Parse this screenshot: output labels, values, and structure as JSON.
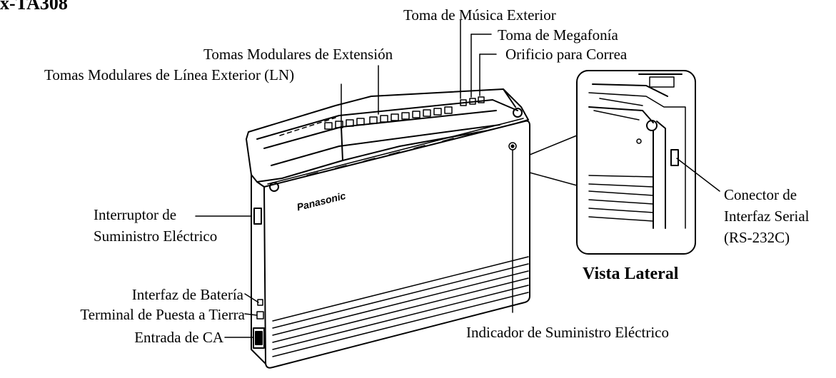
{
  "model_title": "x-TA308",
  "brand": "Panasonic",
  "side_view_title": "Vista Lateral",
  "labels": {
    "external_music": "Toma de Música Exterior",
    "paging": "Toma de Megafonía",
    "strap_hole": "Orificio para Correa",
    "extension_jacks": "Tomas Modulares de Extensión",
    "co_line_jacks": "Tomas Modulares de Línea Exterior (LN)",
    "power_switch_1": "Interruptor de",
    "power_switch_2": "Suministro Eléctrico",
    "battery": "Interfaz de Batería",
    "ground": "Terminal de Puesta a Tierra",
    "ac_inlet": "Entrada de CA",
    "power_indicator": "Indicador de Suministro Eléctrico",
    "serial_1": "Conector de",
    "serial_2": "Interfaz Serial",
    "serial_3": "(RS-232C)"
  }
}
